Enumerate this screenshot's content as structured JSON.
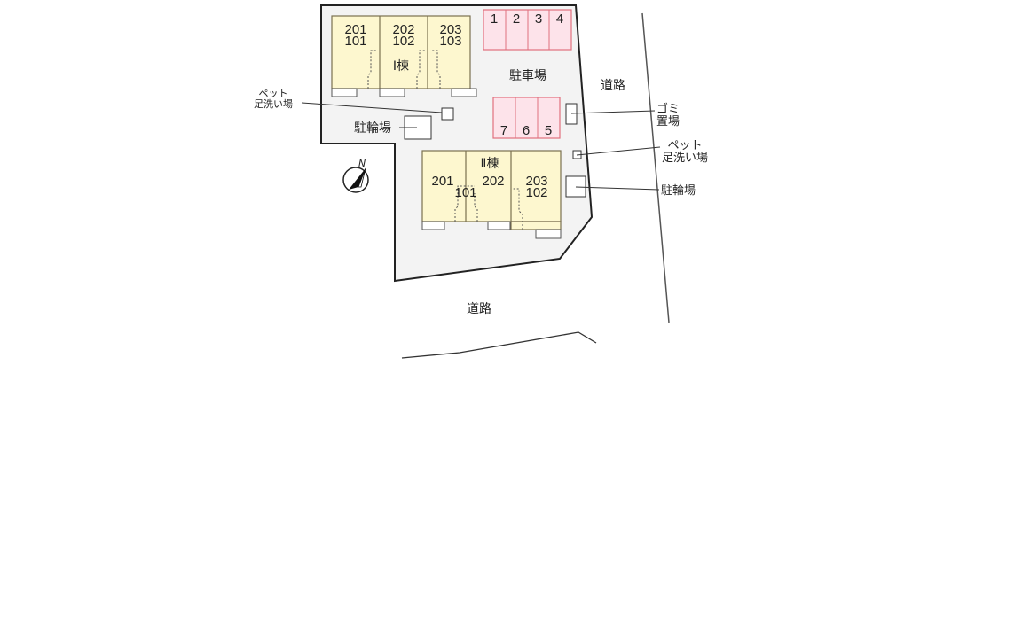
{
  "colors": {
    "site_fill": "#f3f3f3",
    "site_stroke": "#222222",
    "building_fill": "#fdf7cf",
    "building_stroke": "#7a7050",
    "parking_fill": "#fde3ea",
    "parking_stroke": "#e0707e",
    "road_line": "#333333"
  },
  "building_1": {
    "label": "Ⅰ棟",
    "units": [
      {
        "upper": "201",
        "lower": "101"
      },
      {
        "upper": "202",
        "lower": "102"
      },
      {
        "upper": "203",
        "lower": "103"
      }
    ]
  },
  "building_2": {
    "label": "Ⅱ棟",
    "units": [
      {
        "upper": "201",
        "lower": "101"
      },
      {
        "upper": "202",
        "lower": ""
      },
      {
        "upper": "203",
        "lower": "102"
      }
    ]
  },
  "parking": {
    "label": "駐車場",
    "top_row": [
      "1",
      "2",
      "3",
      "4"
    ],
    "bottom_row": [
      "7",
      "6",
      "5"
    ]
  },
  "facilities": {
    "pet_wash_left": {
      "line1": "ペット",
      "line2": "足洗い場"
    },
    "bicycle_left": "駐輪場",
    "garbage": {
      "line1": "ゴミ",
      "line2": "置場"
    },
    "pet_wash_right": {
      "line1": "ペット",
      "line2": "足洗い場"
    },
    "bicycle_right": "駐輪場"
  },
  "roads": {
    "east": "道路",
    "south": "道路"
  },
  "compass": {
    "north_label": "N",
    "icon": "north-arrow-icon"
  }
}
